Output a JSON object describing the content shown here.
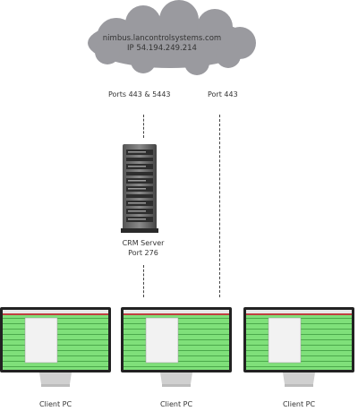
{
  "cloud": {
    "host": "nimbus.lancontrolsystems.com",
    "ip": "IP 54.194.249.214",
    "color": "#9a9a9f"
  },
  "connections": {
    "left_label": "Ports 443 & 5443",
    "right_label": "Port 443"
  },
  "server": {
    "name": "CRM Server",
    "port": "Port 276"
  },
  "clients": [
    {
      "label": "Client PC"
    },
    {
      "label": "Client PC"
    },
    {
      "label": "Client PC"
    }
  ],
  "colors": {
    "screen_green": "#7fe07a",
    "dialog": "#f2f2f2",
    "monitor_frame": "#222222",
    "stand": "#d0d0d0"
  }
}
